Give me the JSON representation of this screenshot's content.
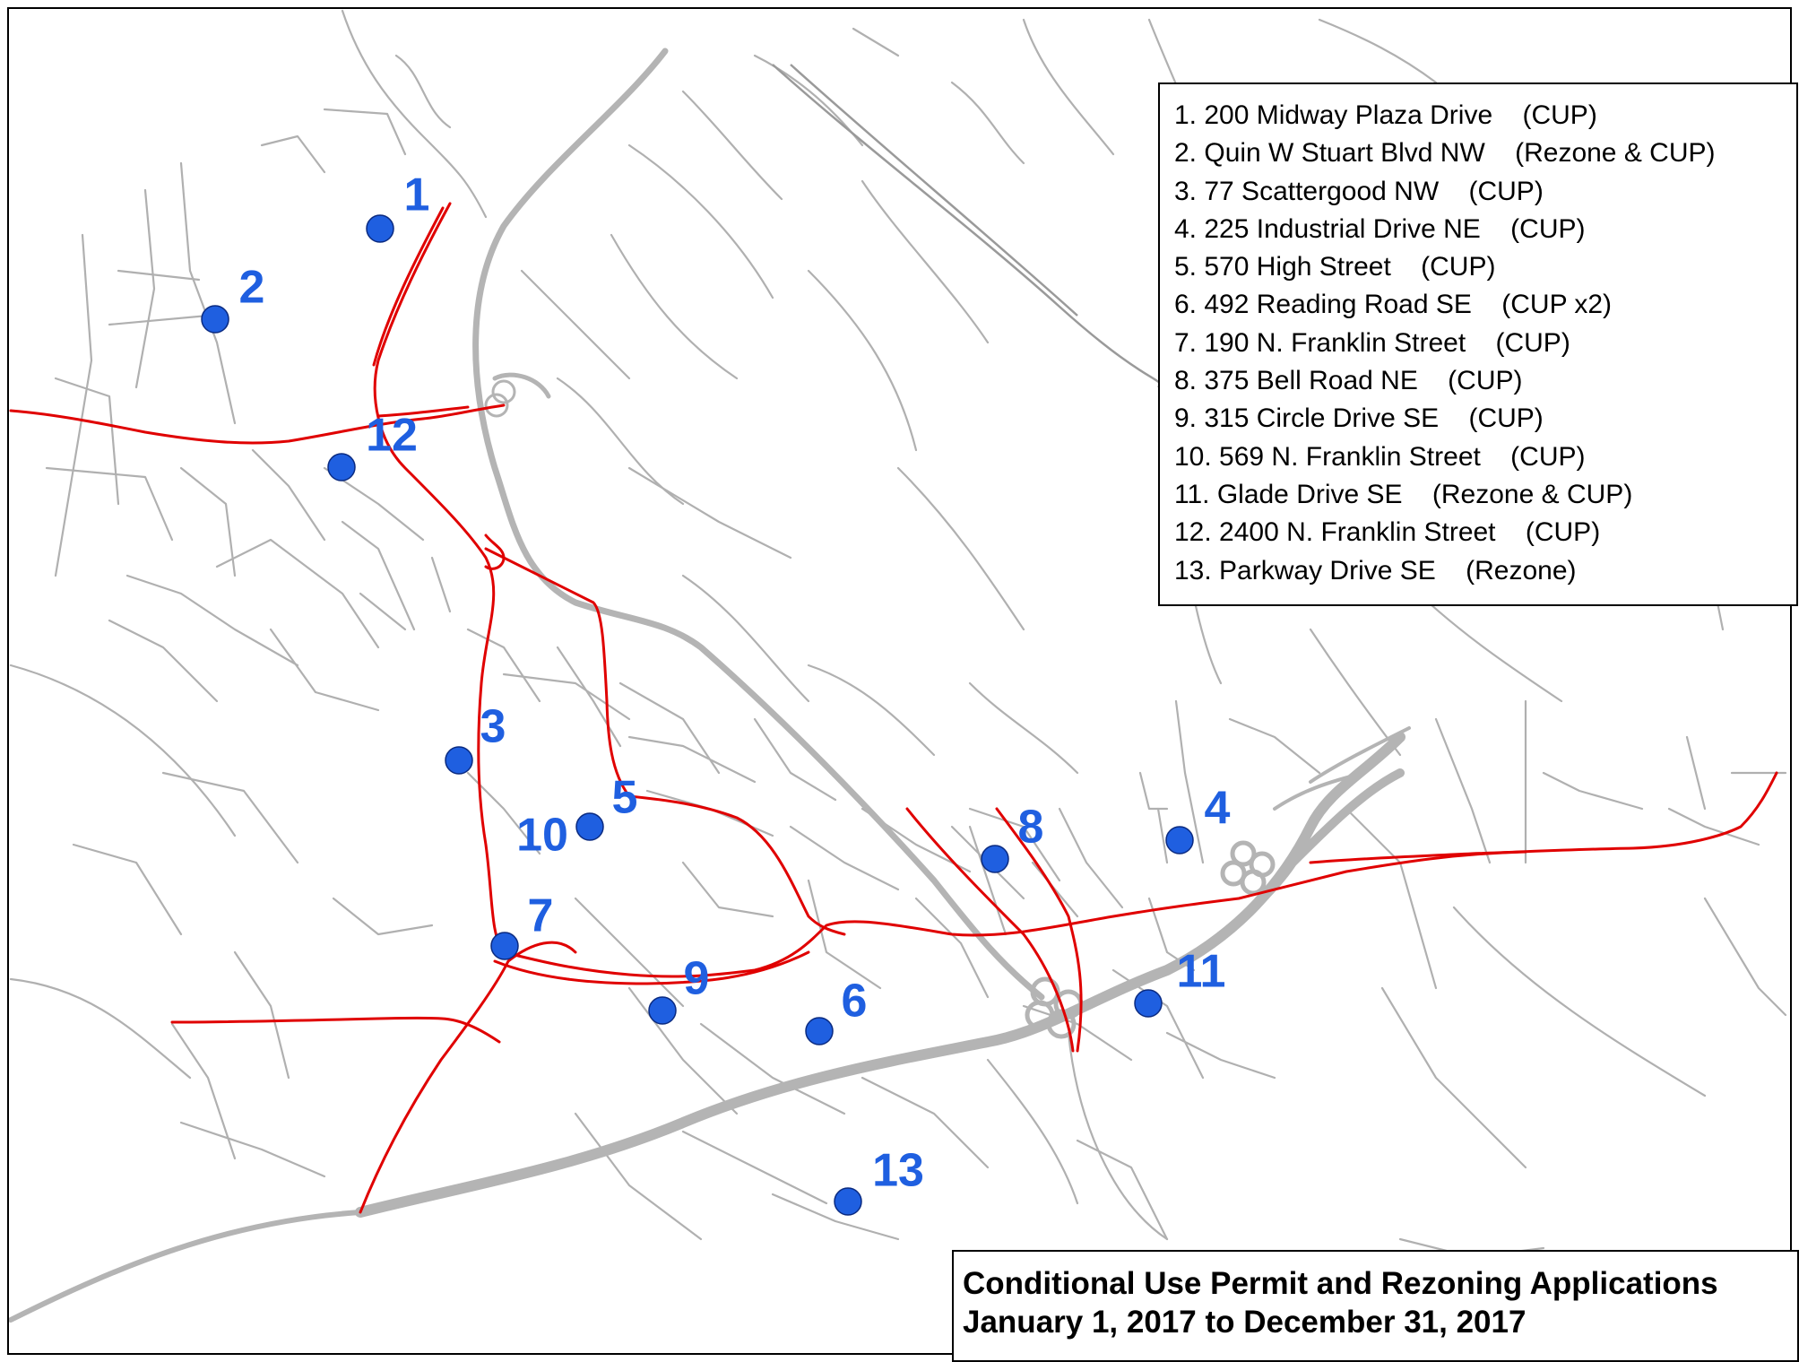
{
  "colors": {
    "local_road": "#b0b0b0",
    "arterial_road": "#e00000",
    "interstate": "#b4b4b4",
    "marker": "#1f5fe0",
    "label": "#1f5fe0"
  },
  "legend": {
    "items": [
      "1. 200 Midway Plaza Drive    (CUP)",
      "2. Quin W Stuart Blvd NW    (Rezone & CUP)",
      "3. 77 Scattergood NW    (CUP)",
      "4. 225 Industrial Drive NE    (CUP)",
      "5. 570 High Street    (CUP)",
      "6. 492 Reading Road SE    (CUP x2)",
      "7. 190 N. Franklin Street    (CUP)",
      "8. 375 Bell Road NE    (CUP)",
      "9. 315 Circle Drive SE    (CUP)",
      "10. 569 N. Franklin Street    (CUP)",
      "11. Glade Drive SE    (Rezone & CUP)",
      "12. 2400 N. Franklin Street    (CUP)",
      "13. Parkway Drive SE    (Rezone)"
    ]
  },
  "title": {
    "line1": "Conditional Use Permit and Rezoning Applications",
    "line2": "January 1, 2017 to December 31, 2017"
  },
  "markers": [
    {
      "label": "1"
    },
    {
      "label": "2"
    },
    {
      "label": "3"
    },
    {
      "label": "4"
    },
    {
      "label": "5"
    },
    {
      "label": "6"
    },
    {
      "label": "7"
    },
    {
      "label": "8"
    },
    {
      "label": "9"
    },
    {
      "label": "10"
    },
    {
      "label": "11"
    },
    {
      "label": "12"
    },
    {
      "label": "13"
    }
  ]
}
